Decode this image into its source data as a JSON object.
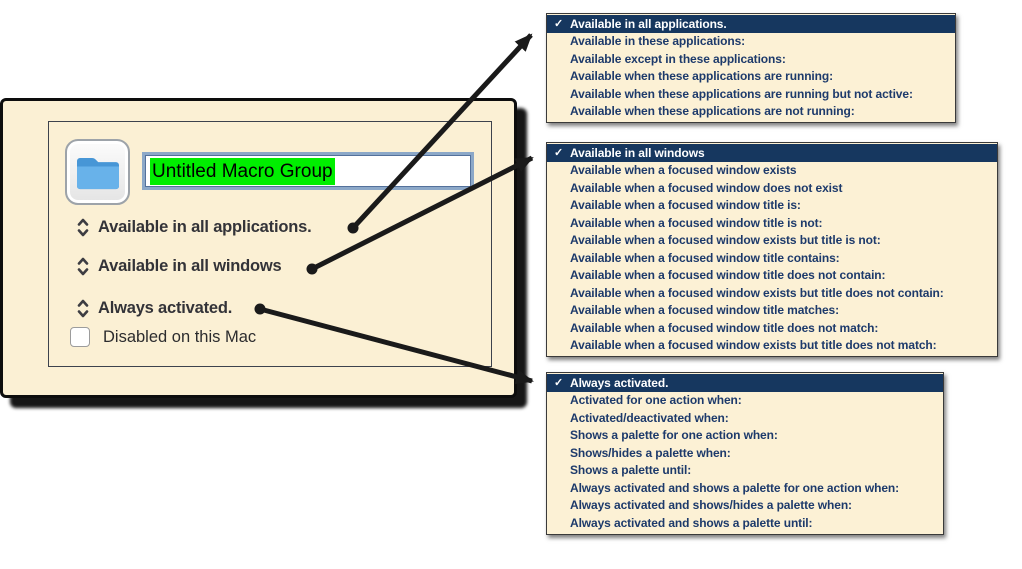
{
  "panel": {
    "group_name": "Untitled Macro Group",
    "applications_popup_value": "Available in all applications.",
    "windows_popup_value": "Available in all windows",
    "activation_popup_value": "Always activated.",
    "disabled_checkbox_label": "Disabled on this Mac",
    "disabled_checkbox_checked": false
  },
  "checkmark_glyph": "✓",
  "colors": {
    "panel_background": "#fbf0d4",
    "menu_background": "#fcf1d5",
    "menu_text": "#1d3a6b",
    "menu_selected_background": "#16375f",
    "menu_selected_text": "#ffffff",
    "name_selection_green": "#00ee00",
    "field_focus_ring": "#8ca8c8",
    "folder_blue": "#68b2ea",
    "arrow_black": "#1a1a1a"
  },
  "menus": [
    {
      "name": "applications-menu",
      "selected_index": 0,
      "items": [
        "Available in all applications.",
        "Available in these applications:",
        "Available except in these applications:",
        "Available when these applications are running:",
        "Available when these applications are running but not active:",
        "Available when these applications are not running:"
      ]
    },
    {
      "name": "windows-menu",
      "selected_index": 0,
      "items": [
        "Available in all windows",
        "Available when a focused window exists",
        "Available when a focused window does not exist",
        "Available when a focused window title is:",
        "Available when a focused window title is not:",
        "Available when a focused window exists but title is not:",
        "Available when a focused window title contains:",
        "Available when a focused window title does not contain:",
        "Available when a focused window exists but title does not contain:",
        "Available when a focused window title matches:",
        "Available when a focused window title does not match:",
        "Available when a focused window exists but title does not match:"
      ]
    },
    {
      "name": "activation-menu",
      "selected_index": 0,
      "items": [
        "Always activated.",
        "Activated for one action when:",
        "Activated/deactivated when:",
        "Shows a palette for one action when:",
        "Shows/hides a palette when:",
        "Shows a palette until:",
        "Always activated and shows a palette for one action when:",
        "Always activated and shows/hides a palette when:",
        "Always activated and shows a palette until:"
      ]
    }
  ]
}
